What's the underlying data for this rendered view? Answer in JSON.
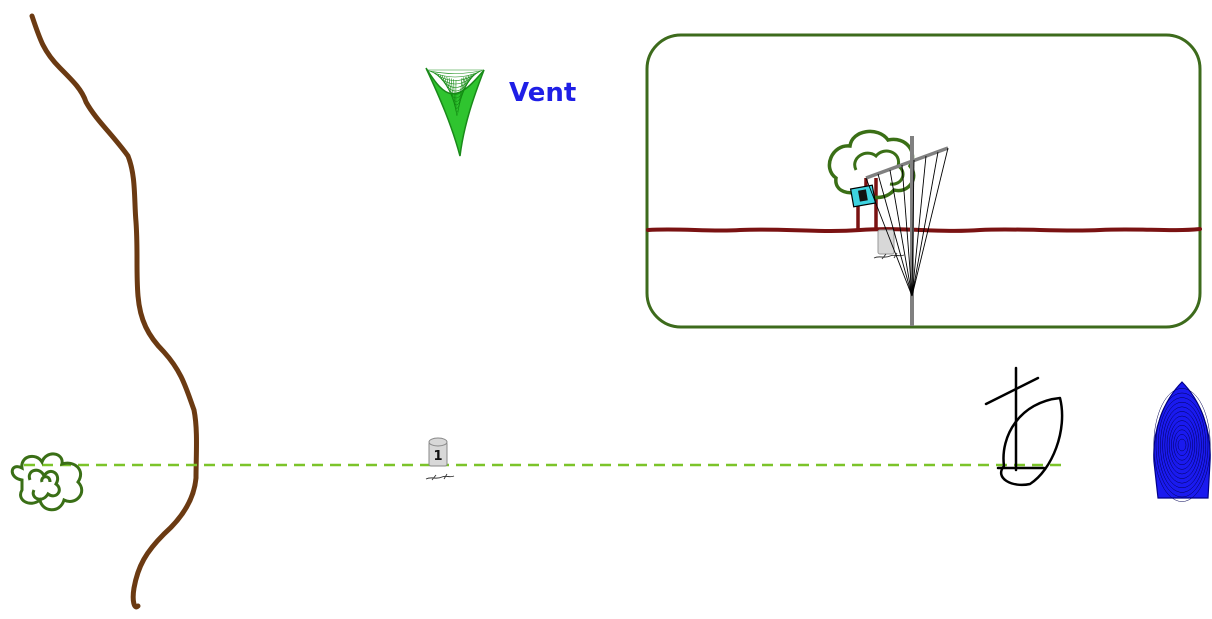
{
  "wind": {
    "label": "Vent",
    "label_color": "#1f1fe6",
    "arrow_color": "#2fc42f",
    "arrow_icon": "wind-direction-chevron-icon"
  },
  "colors": {
    "river": "#6b3a12",
    "alignment_line": "#7cc42a",
    "bush": "#3a6f16",
    "inset_frame": "#3d6b1c",
    "inset_ground": "#7a1212",
    "mast": "#808080",
    "sail_outline": "#000000",
    "buoy_fill": "#1a1aef",
    "marker_fill": "#d8d8d8",
    "marker_flag": "#3ed3e0"
  },
  "marker": {
    "number": "1",
    "icon": "numbered-post-icon"
  },
  "elements": {
    "river": "river-icon",
    "bush": "bush-icon",
    "sailboat": "sailboat-icon",
    "buoy": "buoy-icon",
    "inset": "inset-close-up-view"
  }
}
